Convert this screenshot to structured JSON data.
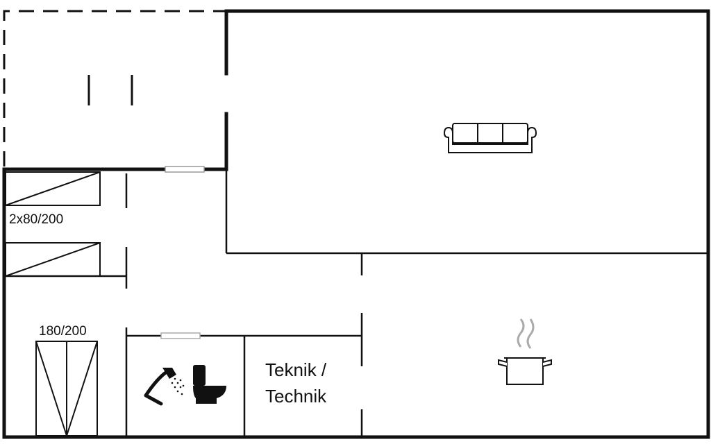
{
  "floorplan": {
    "labels": {
      "bed_bunk": "2x80/200",
      "bed_double": "180/200",
      "utility_line1": "Teknik /",
      "utility_line2": "Technik"
    },
    "icons": [
      "sofa-icon",
      "cooking-pot-icon",
      "shower-icon",
      "toilet-icon"
    ],
    "colors": {
      "wall": "#111111",
      "background": "#ffffff"
    }
  }
}
